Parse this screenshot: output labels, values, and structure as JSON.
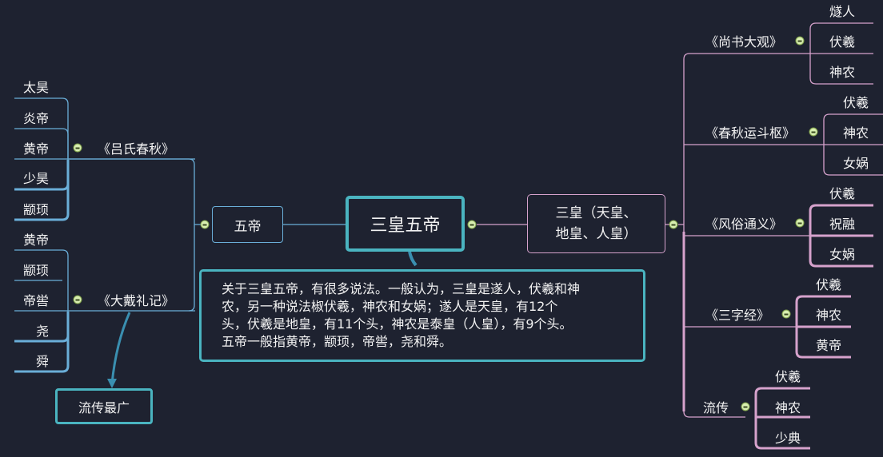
{
  "central": "三皇五帝",
  "wudi": {
    "label": "五帝",
    "branches": [
      {
        "label": "《吕氏春秋》",
        "children": [
          "太昊",
          "炎帝",
          "黄帝",
          "少昊",
          "颛顼"
        ]
      },
      {
        "label": "《大戴礼记》",
        "children": [
          "黄帝",
          "颛顼",
          "帝喾",
          "尧",
          "舜"
        ]
      }
    ],
    "callout": "流传最广"
  },
  "note": [
    "关于三皇五帝，有很多说法。一般认为，三皇是遂人，伏羲和神",
    "农，另一种说法椒伏羲，神农和女娲；遂人是天皇，有12个",
    "头，伏羲是地皇，有11个头，神农是泰皇（人皇），有9个头。",
    "五帝一般指黄帝，颛顼，帝喾，尧和舜。"
  ],
  "sanhuang": {
    "label_lines": [
      "三皇（天皇、",
      "地皇、人皇）"
    ],
    "branches": [
      {
        "label": "《尚书大观》",
        "children": [
          "燧人",
          "伏羲",
          "神农"
        ]
      },
      {
        "label": "《春秋运斗枢》",
        "children": [
          "伏羲",
          "神农",
          "女娲"
        ]
      },
      {
        "label": "《风俗通义》",
        "children": [
          "伏羲",
          "祝融",
          "女娲"
        ]
      },
      {
        "label": "《三字经》",
        "children": [
          "伏羲",
          "神农",
          "黄帝"
        ]
      },
      {
        "label": "流传",
        "children": [
          "伏羲",
          "神农",
          "少典"
        ]
      }
    ]
  },
  "colors": {
    "bg": "#1e2230",
    "blue": "#6aaed8",
    "pink": "#d6a2cc",
    "teal": "#4ab4c0"
  }
}
